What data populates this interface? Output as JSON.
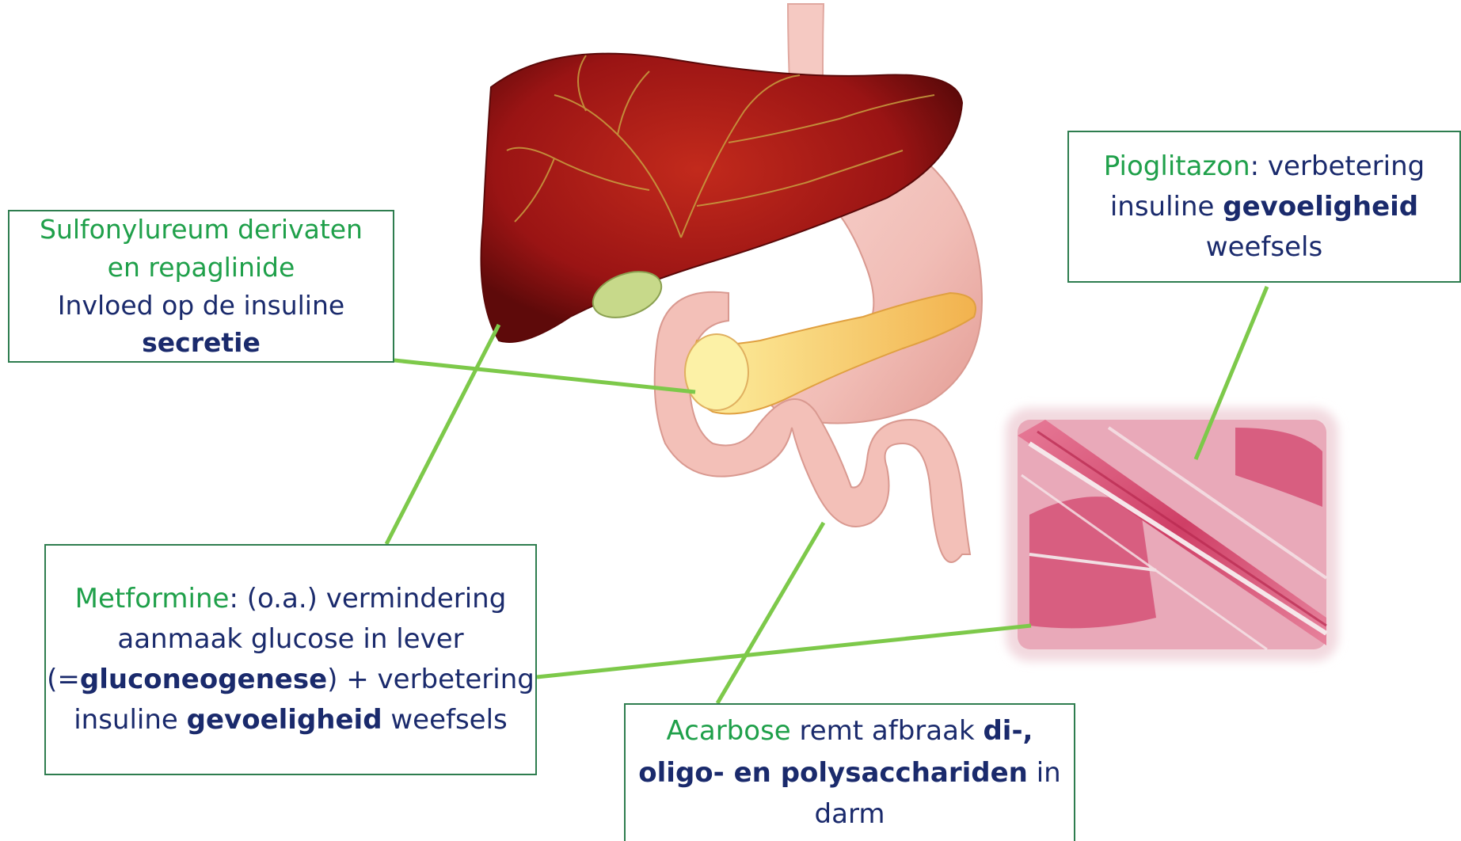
{
  "boxes": {
    "sulfonylureum": {
      "drug": "Sulfonylureum derivaten",
      "drug2": "en repaglinide",
      "line3": "Invloed op de insuline",
      "bold": "secretie"
    },
    "pioglitazon": {
      "drug": "Pioglitazon",
      "rest1": ": verbetering",
      "line2a": "insuline ",
      "bold": "gevoeligheid",
      "line3": "weefsels"
    },
    "metformine": {
      "drug": "Metformine",
      "rest1": ": (o.a.) vermindering",
      "line2": "aanmaak glucose in lever",
      "line3a": "(=",
      "bold1": "gluconeogenese",
      "line3b": ") + verbetering",
      "line4a": "insuline ",
      "bold2": "gevoeligheid",
      "line4b": " weefsels"
    },
    "acarbose": {
      "drug": "Acarbose",
      "rest1": " remt afbraak ",
      "bold1": "di-,",
      "bold2": "oligo- en polysacchariden",
      "rest2": " in",
      "line3": "darm"
    }
  },
  "colors": {
    "drug_name": "#1fa04a",
    "text": "#1a2a6c",
    "box_border": "#2e7d4f",
    "connector": "#7dc94a",
    "liver": "#8e1414",
    "stomach": "#f3c2bd",
    "pancreas": "#f7d97a",
    "muscle": "#d9587a"
  }
}
